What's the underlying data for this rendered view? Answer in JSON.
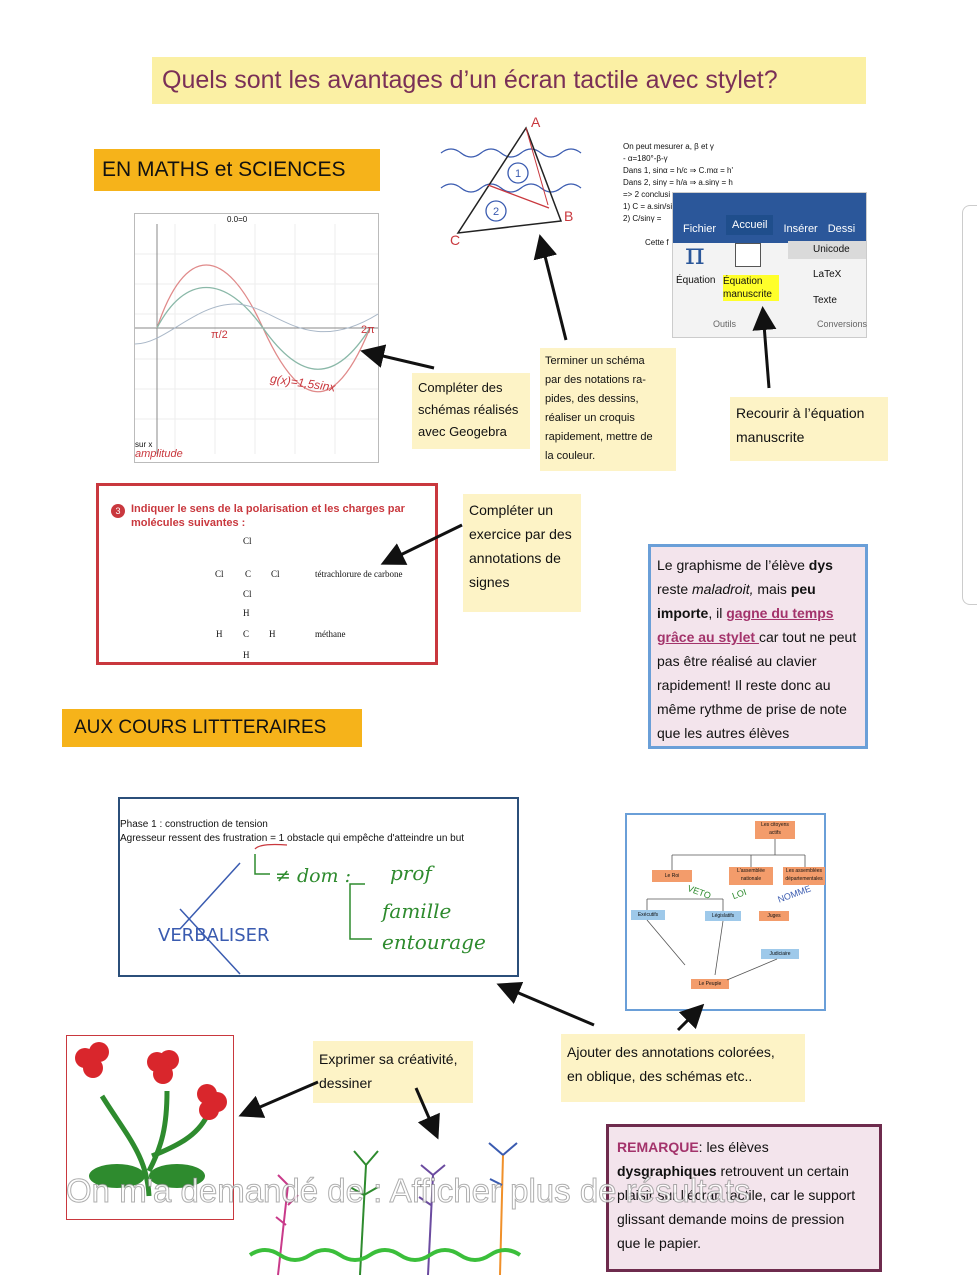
{
  "title": "Quels sont les avantages d’un écran tactile avec stylet?",
  "sections": {
    "maths": "EN MATHS et SCIENCES",
    "litt": "AUX COURS  LITTTERAIRES"
  },
  "notes": {
    "geogebra": [
      "Compléter des",
      "schémas réalisés",
      "avec Geogebra"
    ],
    "schema": [
      "Terminer un schéma",
      "par des notations ra-",
      "pides, des dessins,",
      "réaliser un croquis",
      "rapidement, mettre de",
      "la couleur."
    ],
    "equation": [
      "Recourir à l’équation",
      "manuscrite"
    ],
    "exercice": [
      "Compléter un",
      "exercice par des",
      "annotations de",
      "signes"
    ],
    "creativite": [
      "Exprimer sa créativité,",
      "dessiner"
    ],
    "annotations": [
      "Ajouter des annotations colorées,",
      "en oblique, des schémas etc.."
    ]
  },
  "dys": {
    "p1": "Le graphisme de l’élève ",
    "b1": "dys",
    "p2": " reste ",
    "i1": "maladroit,",
    "p3": " mais ",
    "b2": "peu importe",
    "p4": ", il ",
    "u1": "gagne du temps grâce au stylet ",
    "p5": "car tout ne peut pas être réalisé au clavier rapidement! Il reste donc au même rythme de prise de note que les autres élèves"
  },
  "remarque": {
    "label": "REMARQUE",
    "p1": ": les élèves ",
    "b1": "dysgraphiques",
    "p2": " retrouvent un certain plaisir sur l’écran tactile, car le support glissant demande moins de pression que le papier."
  },
  "overlay": "On m'a demandé de : Afficher plus de résultats",
  "graph": {
    "top_label": "0.0=0",
    "eq": "g(x)=1,5sinx",
    "pi": "π/2",
    "twopi": "2π",
    "sur": "sur x",
    "amp": "amplitude"
  },
  "math_text": {
    "l1": "On peut mesurer a, β et γ",
    "l2": "-   α=180°-β-γ",
    "l3": "Dans 1, sinα = h/c ⇒ C.mα = h'",
    "l4": "Dans 2, sinγ = h/a ⇒ a.sinγ = h",
    "l5": "=> 2 conclusi",
    "l6": "1)  C = a.sin/sin",
    "l7": "2)  C/sinγ =",
    "l8": "Cette f"
  },
  "word": {
    "tabs": [
      "Fichier",
      "Accueil",
      "Insérer",
      "Dessi"
    ],
    "equation": "Équation",
    "manuscrite": "Équation manuscrite",
    "unicode": "Unicode",
    "latex": "LaTeX",
    "texte": "Texte",
    "outils": "Outils",
    "conversions": "Conversions"
  },
  "chem": {
    "instruction": "Indiquer le sens de la polarisation et les charges par molécules suivantes :",
    "num": "3",
    "tetra": "tétrachlorure de carbone",
    "methane": "méthane",
    "c": "C",
    "cl": "Cl",
    "h": "H"
  },
  "phase": {
    "l1": "Phase 1 : construction de tension",
    "l2": "Agresseur ressent des frustration = 1 obstacle qui empêche d'atteindre un but",
    "hw1": "≠ dom :",
    "hw2": "prof",
    "hw3": "famille",
    "hw4": "entourage",
    "hw5": "VERBALISER"
  },
  "org": {
    "top": "Les citoyens actifs",
    "roi": "Le Roi",
    "assemblee": "L'assemblée nationale",
    "depart": "Les assemblées départementales",
    "executif": "Exécutifs",
    "legislatif": "Législatifs",
    "juges": "Juges",
    "judiciaire": "Judiciaire",
    "peuple": "Le Peuple",
    "veto": "VETO",
    "loi": "LOI",
    "nomme": "NOMME"
  },
  "colors": {
    "accent": "#f6b31a",
    "note": "#fdf3c6",
    "title_bg": "#fbf0a4",
    "title_fg": "#7a3057",
    "red": "#c9383e",
    "blue_border": "#6a9fd8",
    "plum": "#6e2b4d"
  }
}
